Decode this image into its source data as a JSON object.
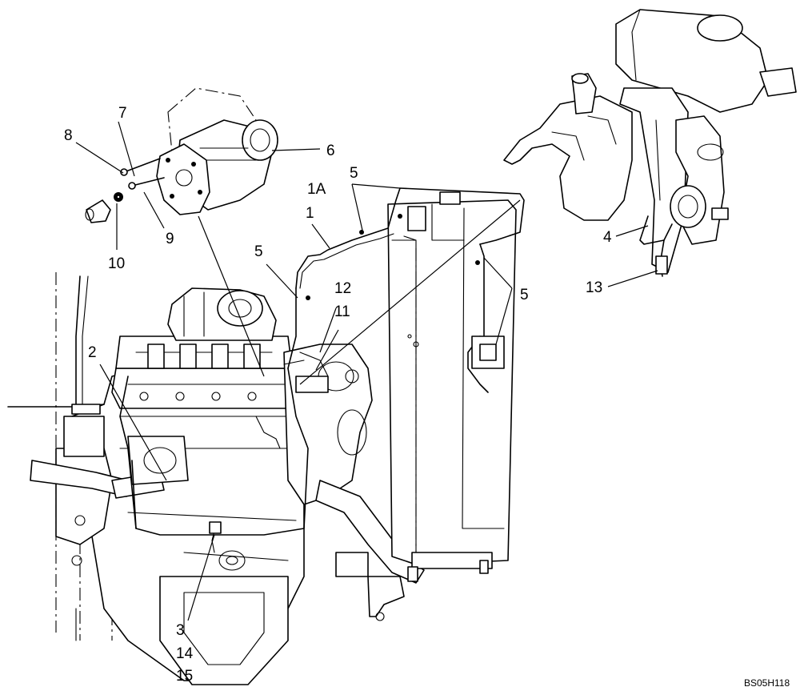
{
  "callouts": {
    "c1": "1",
    "c1a": "1A",
    "c2": "2",
    "c3": "3",
    "c4": "4",
    "c5a": "5",
    "c5b": "5",
    "c5c": "5",
    "c6": "6",
    "c7": "7",
    "c8": "8",
    "c9": "9",
    "c10": "10",
    "c11": "11",
    "c12": "12",
    "c13": "13",
    "c14": "14",
    "c15": "15"
  },
  "figure_code": "BS05H118"
}
